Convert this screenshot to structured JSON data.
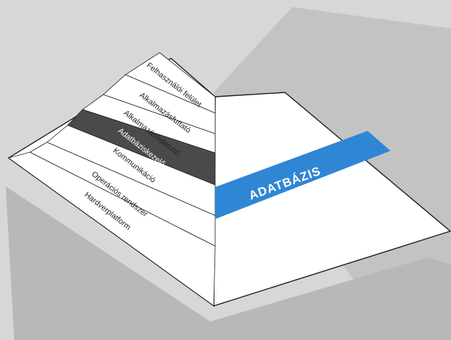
{
  "diagram": {
    "layers": [
      {
        "label": "Felhasználói felület",
        "highlighted": false
      },
      {
        "label": "Alkalmazásfuttató",
        "highlighted": false
      },
      {
        "label": "Alkalmazásfejlesztő",
        "highlighted": false
      },
      {
        "label": "Adatbáziskezelő",
        "highlighted": true
      },
      {
        "label": "Kommunikáció",
        "highlighted": false
      },
      {
        "label": "Operációs rendszer",
        "highlighted": false
      },
      {
        "label": "Hardverplatform",
        "highlighted": false
      }
    ],
    "band_label": "ADATBÁZIS"
  },
  "colors": {
    "background": "#d7d7d7",
    "shadow": "#b9b9b9",
    "face": "#ffffff",
    "outline": "#1a1a1a",
    "highlight_layer": "#4a4a4a",
    "band": "#2f86d4"
  }
}
